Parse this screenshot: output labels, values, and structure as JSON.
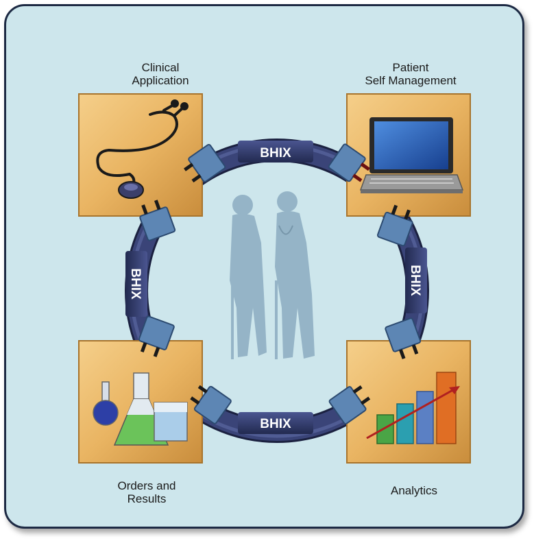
{
  "labels": {
    "clinical": [
      "Clinical",
      "Application"
    ],
    "patient": [
      "Patient",
      "Self Management"
    ],
    "orders": [
      "Orders and",
      "Results"
    ],
    "analytics": [
      "Analytics"
    ]
  },
  "connector_label": "BHIX",
  "colors": {
    "background": "#cde6ec",
    "frame_border": "#1d2a44",
    "tile": "#e9b462",
    "ring": "#2f3a66",
    "plug": "#5d86b4",
    "silhouette": "#8fafc3"
  },
  "icons": [
    "stethoscope-icon",
    "laptop-icon",
    "lab-flasks-icon",
    "bar-chart-icon",
    "patient-doctor-silhouette"
  ]
}
